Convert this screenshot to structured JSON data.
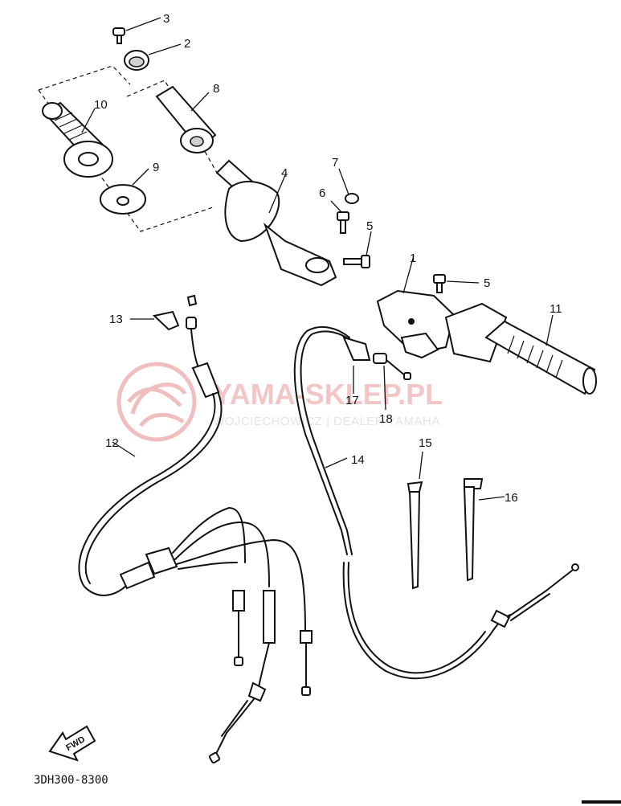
{
  "diagram": {
    "callouts": {
      "c1": "1",
      "c2": "2",
      "c3": "3",
      "c4": "4",
      "c5a": "5",
      "c5b": "5",
      "c6": "6",
      "c7": "7",
      "c8": "8",
      "c9": "9",
      "c10": "10",
      "c11": "11",
      "c12": "12",
      "c13": "13",
      "c14": "14",
      "c15": "15",
      "c16": "16",
      "c17": "17",
      "c18": "18"
    },
    "drawing_code": "3DH300-8300",
    "fwd_label": "FWD"
  },
  "watermark": {
    "brand": "YAMA-SKLEP.PL",
    "subtitle": "WOJCIECHOWICZ | DEALER YAMAHA"
  }
}
